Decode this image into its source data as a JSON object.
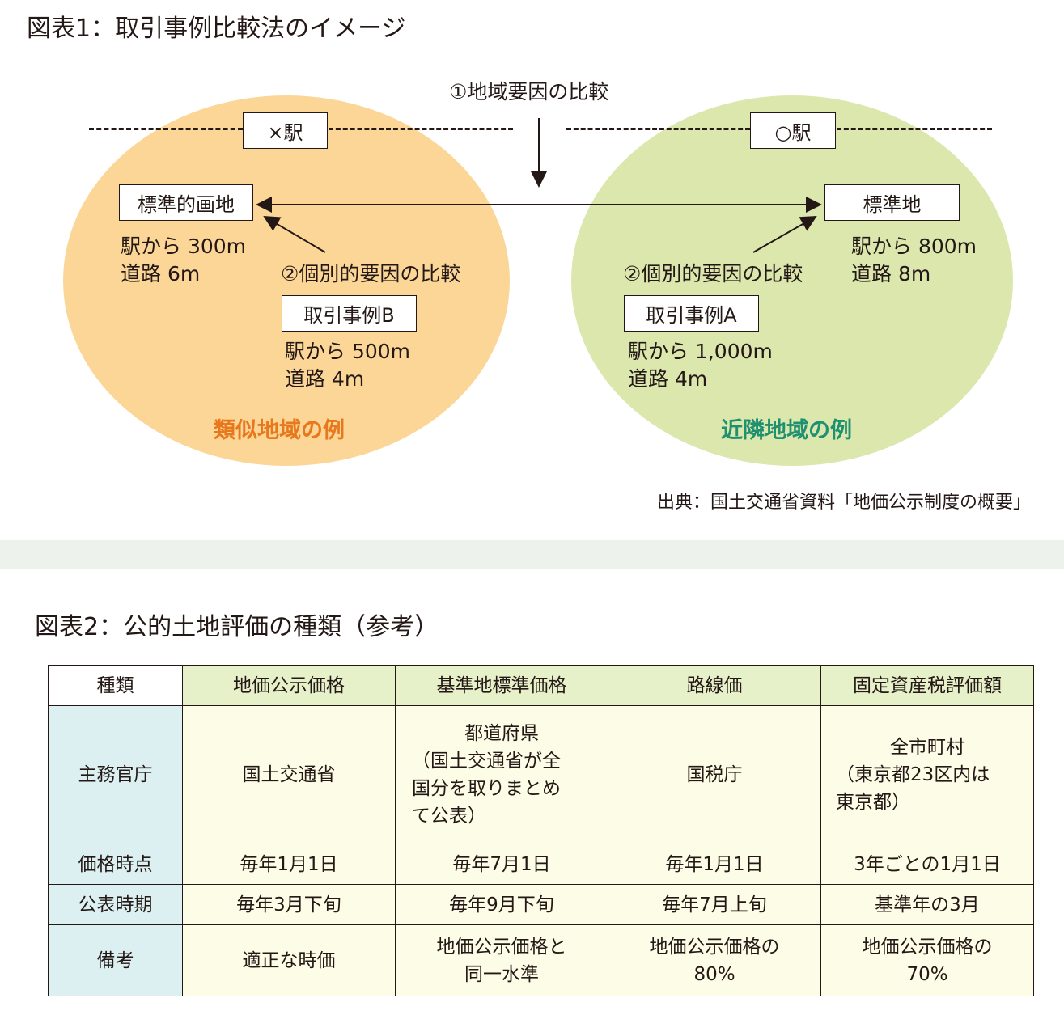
{
  "figure1": {
    "title": "図表1：取引事例比較法のイメージ",
    "comparison1": "①地域要因の比較",
    "left": {
      "station": "×駅",
      "standard_box": "標準的画地",
      "standard_lines": [
        "駅から 300m",
        "道路 6m"
      ],
      "comparison2": "②個別的要因の比較",
      "case_box": "取引事例B",
      "case_lines": [
        "駅から 500m",
        "道路 4m"
      ],
      "region": "類似地域の例",
      "fill_color": "#fbd697",
      "region_color": "#e8781e"
    },
    "right": {
      "station": "○駅",
      "standard_box": "標準地",
      "standard_lines": [
        "駅から 800m",
        "道路 8m"
      ],
      "comparison2": "②個別的要因の比較",
      "case_box": "取引事例A",
      "case_lines": [
        "駅から 1,000m",
        "道路 4m"
      ],
      "region": "近隣地域の例",
      "fill_color": "#dbe7ac",
      "region_color": "#1f9070"
    },
    "source": "出典：国土交通省資料「地価公示制度の概要」"
  },
  "figure2": {
    "title": "図表2：公的土地評価の種類（参考）",
    "corner": "種類",
    "columns": [
      "地価公示価格",
      "基準地標準価格",
      "路線価",
      "固定資産税評価額"
    ],
    "rows": [
      {
        "label": "主務官庁",
        "cells": [
          [
            "国土交通省"
          ],
          [
            "都道府県",
            "（国土交通省が全",
            "国分を取りまとめ",
            "て公表）"
          ],
          [
            "国税庁"
          ],
          [
            "全市町村",
            "（東京都23区内は",
            "東京都）"
          ]
        ]
      },
      {
        "label": "価格時点",
        "cells": [
          [
            "毎年1月1日"
          ],
          [
            "毎年7月1日"
          ],
          [
            "毎年1月1日"
          ],
          [
            "3年ごとの1月1日"
          ]
        ]
      },
      {
        "label": "公表時期",
        "cells": [
          [
            "毎年3月下旬"
          ],
          [
            "毎年9月下旬"
          ],
          [
            "毎年7月上旬"
          ],
          [
            "基準年の3月"
          ]
        ]
      },
      {
        "label": "備考",
        "cells": [
          [
            "適正な時価"
          ],
          [
            "地価公示価格と",
            "同一水準"
          ],
          [
            "地価公示価格の",
            "80%"
          ],
          [
            "地価公示価格の",
            "70%"
          ]
        ]
      }
    ]
  }
}
